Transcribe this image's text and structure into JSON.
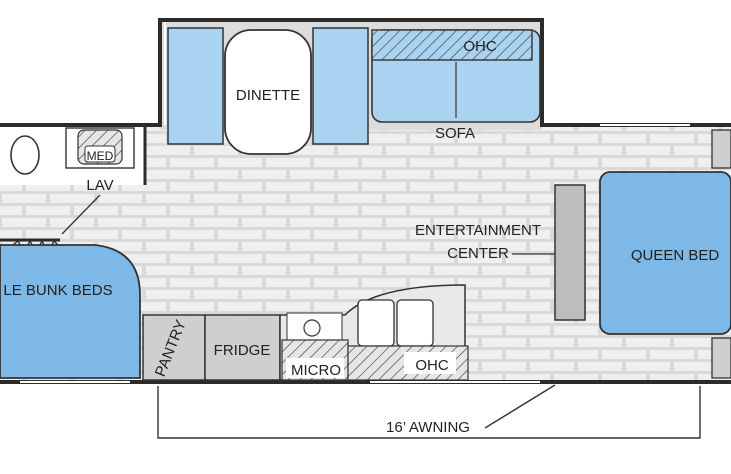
{
  "labels": {
    "dinette": "DINETTE",
    "sofa": "SOFA",
    "ohc_top": "OHC",
    "med": "MED",
    "lav": "LAV",
    "bunk_beds": "LE BUNK BEDS",
    "entertainment_line1": "ENTERTAINMENT",
    "entertainment_line2": "CENTER",
    "queen_bed": "QUEEN BED",
    "pantry": "PANTRY",
    "fridge": "FRIDGE",
    "micro": "MICRO",
    "ohc_kitchen": "OHC",
    "awning": "16’ AWNING"
  },
  "colors": {
    "floor": "#dcdcdc",
    "brick": "#f2f2f2",
    "wall": "#2b2b2b",
    "furniture_blue": "#a9d3f0",
    "bed_blue": "#7db8e6",
    "cabinet_gray": "#c8c8c8",
    "counter": "#e8e8e8"
  }
}
